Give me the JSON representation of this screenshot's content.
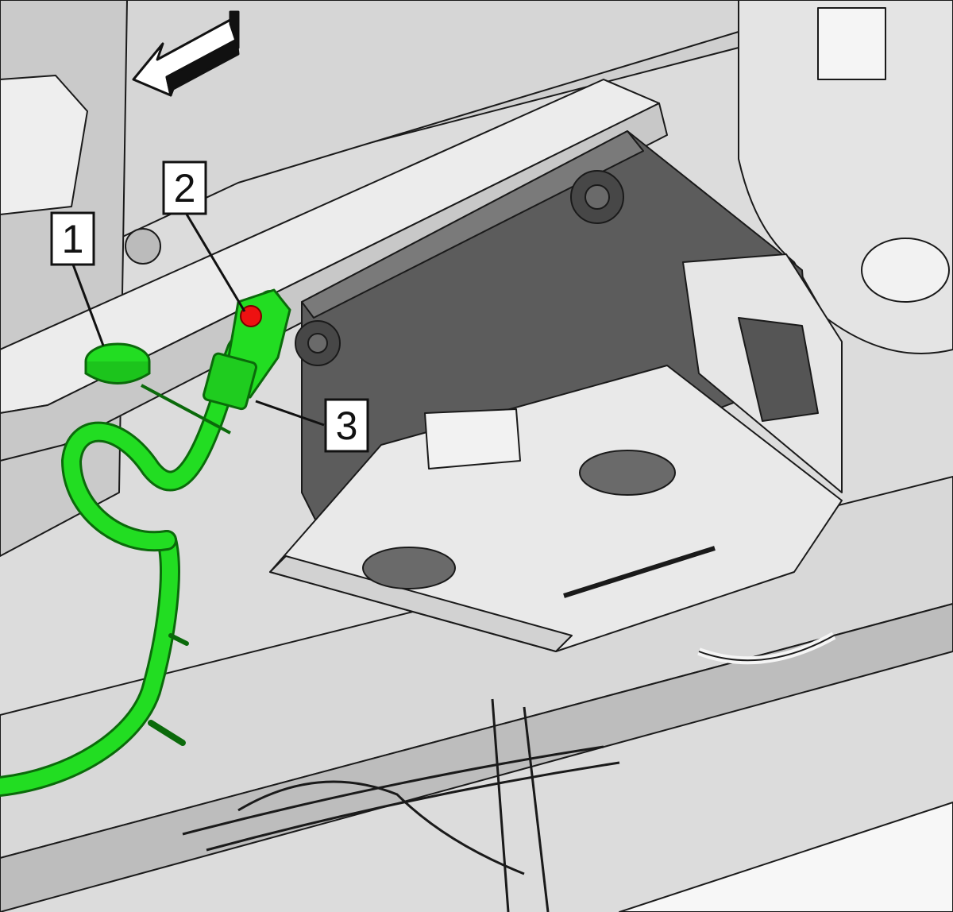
{
  "diagram": {
    "callouts": [
      {
        "id": "1",
        "label": "1",
        "target": "battery-cable-terminal-cap"
      },
      {
        "id": "2",
        "label": "2",
        "target": "battery-terminal-nut"
      },
      {
        "id": "3",
        "label": "3",
        "target": "battery-cable-terminal"
      }
    ],
    "icons": {
      "direction": "forward-arrow-icon"
    },
    "colors": {
      "highlight_part": "#22dd22",
      "highlight_fastener": "#ee1111",
      "line_art": "#1a1a1a",
      "battery_body": "#5c5c5c",
      "frame_light": "#e2e2e2",
      "background": "#ffffff"
    }
  }
}
